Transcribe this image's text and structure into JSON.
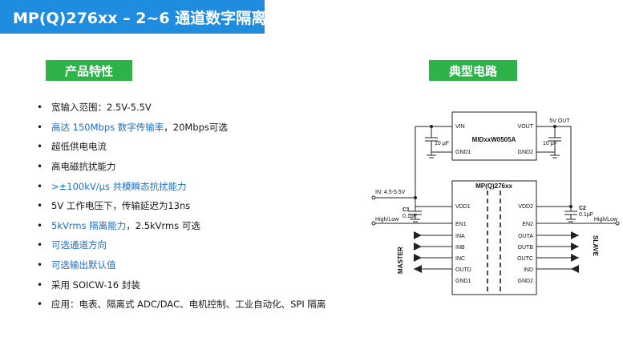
{
  "header": {
    "title": "MP(Q)276xx – 2~6 通道数字隔离"
  },
  "sections": {
    "features_label": "产品特性",
    "circuit_label": "典型电路"
  },
  "features": [
    {
      "text": "宽输入范围：2.5V-5.5V",
      "highlight": "",
      "tail": ""
    },
    {
      "text": "",
      "highlight": "高达 150Mbps 数字传输率",
      "tail": "，20Mbps可选"
    },
    {
      "text": "超低供电电流",
      "highlight": "",
      "tail": ""
    },
    {
      "text": "高电磁抗扰能力",
      "highlight": "",
      "tail": ""
    },
    {
      "text": "",
      "highlight": ">±100kV/μs 共模瞬态抗扰能力",
      "tail": ""
    },
    {
      "text": "5V 工作电压下，传输延迟为13ns",
      "highlight": "",
      "tail": ""
    },
    {
      "text": "",
      "highlight": "5kVrms 隔离能力",
      "tail": "，2.5kVrms 可选"
    },
    {
      "text": "",
      "highlight": "可选通道方向",
      "tail": ""
    },
    {
      "text": "",
      "highlight": "可选输出默认值",
      "tail": ""
    },
    {
      "text": "采用 SOICW-16 封装",
      "highlight": "",
      "tail": ""
    },
    {
      "text": "应用：电表、隔离式 ADC/DAC、电机控制、工业自动化、SPI 隔离",
      "highlight": "",
      "tail": ""
    }
  ],
  "circuit": {
    "dcdc": {
      "part": "MIDxxW0505A",
      "vin": "VIN",
      "vout": "VOUT",
      "gnd1": "GND1",
      "gnd2": "GND2",
      "out_label": "5V OUT",
      "cap_left": "10 μF",
      "cap_right": "10 μF"
    },
    "iso": {
      "part": "MP(Q)276xx",
      "left_pins": [
        "VDD1",
        "EN1",
        "INA",
        "INB",
        "INC",
        "OUTD",
        "GND1"
      ],
      "right_pins": [
        "VDD2",
        "EN2",
        "OUTA",
        "OUTB",
        "OUTC",
        "IND",
        "GND2"
      ]
    },
    "in_label": "IN: 4.5-5.5V",
    "c1_name": "C1",
    "c1_value": "0.1μF",
    "c2_name": "C2",
    "c2_value": "0.1μF",
    "en_left": "High/Low",
    "en_right": "High/Low",
    "master": "MASTER",
    "slave": "SLAVE"
  },
  "colors": {
    "title_bar": "#1f8ce0",
    "tag": "#2db34a",
    "highlight": "#1f6fc2"
  }
}
